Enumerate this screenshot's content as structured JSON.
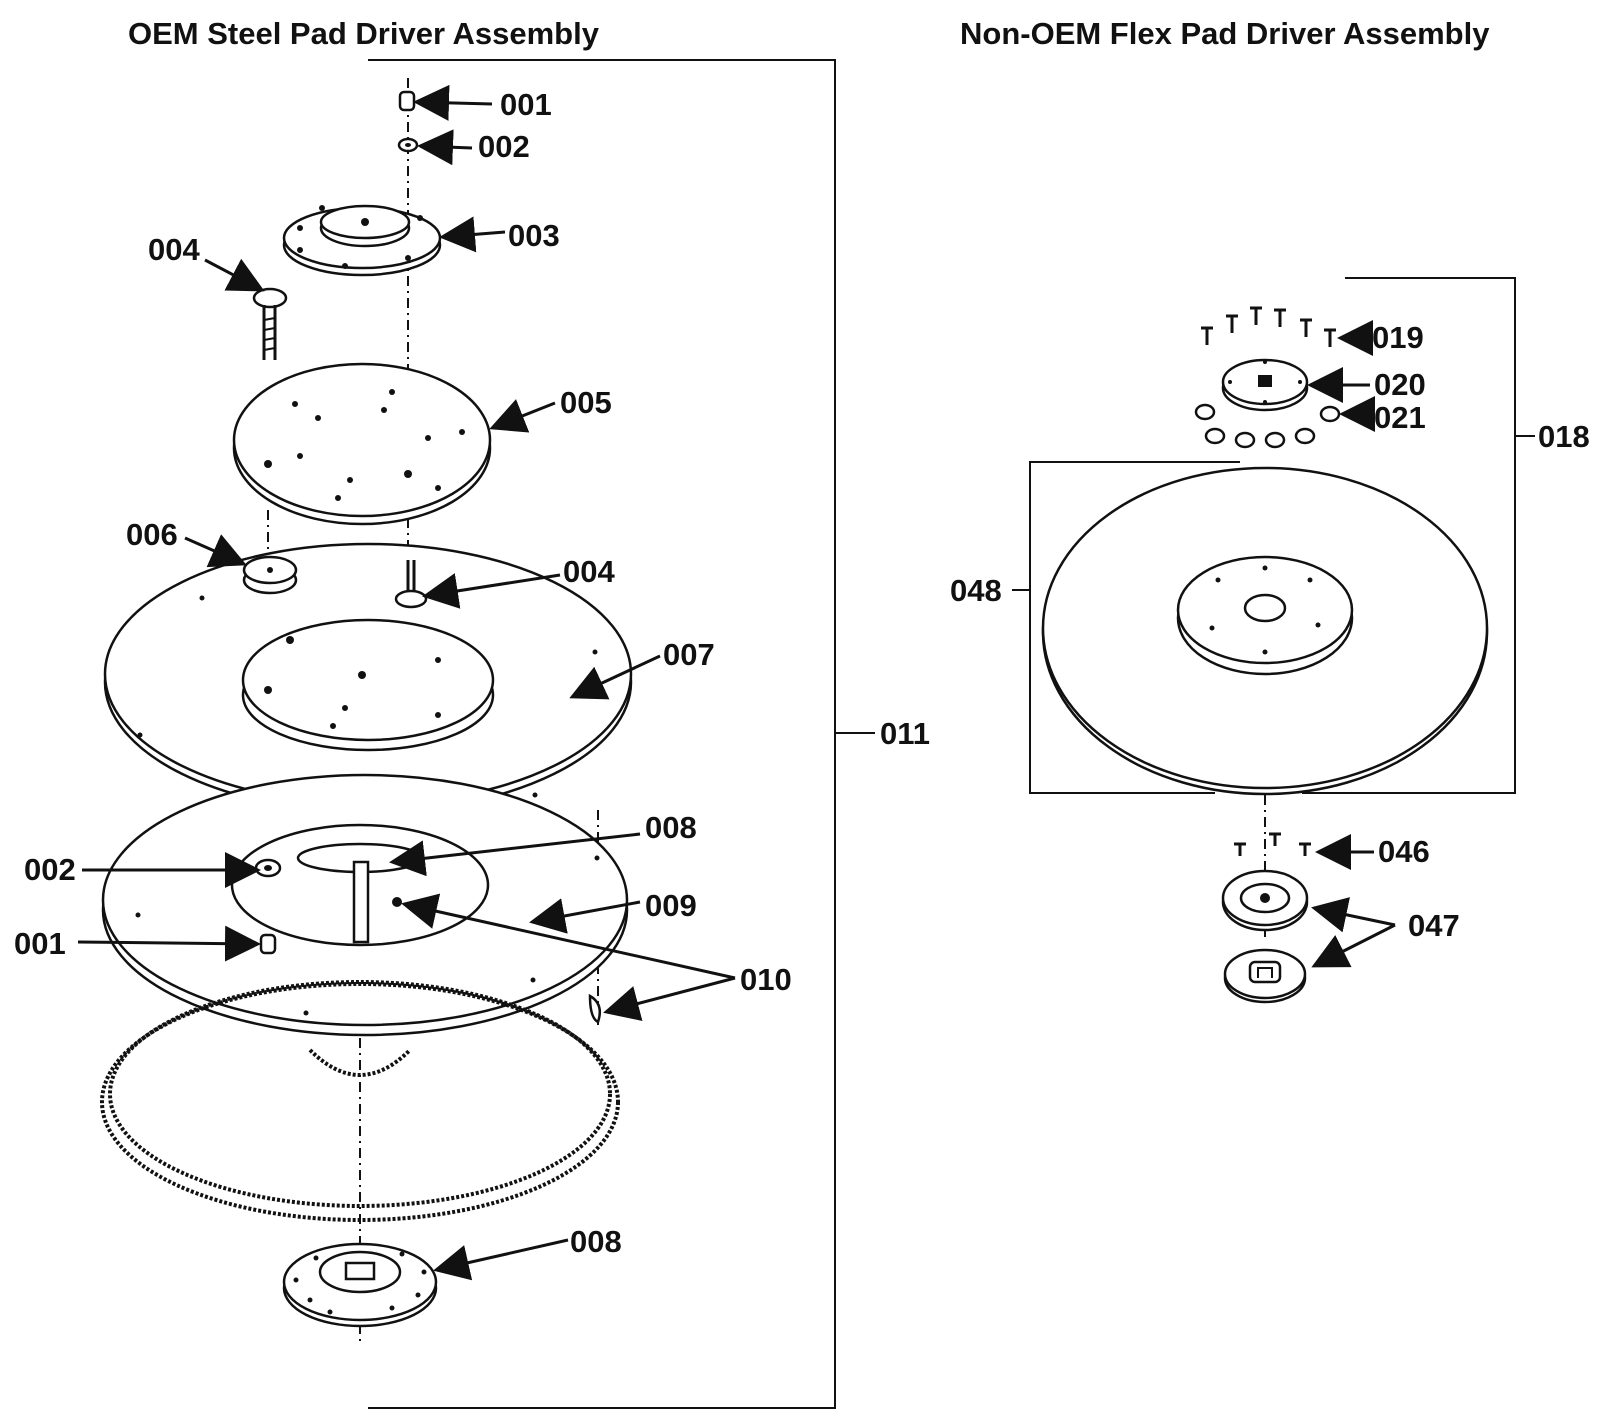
{
  "titles": {
    "left": "OEM Steel Pad Driver Assembly",
    "right": "Non-OEM Flex Pad Driver Assembly"
  },
  "callouts": {
    "c001_top": "001",
    "c002_top": "002",
    "c003": "003",
    "c004_top": "004",
    "c005": "005",
    "c006": "006",
    "c004_mid": "004",
    "c007": "007",
    "c008_mid": "008",
    "c002_low": "002",
    "c009": "009",
    "c001_low": "001",
    "c010": "010",
    "c008_bottom": "008",
    "c011": "011",
    "c019": "019",
    "c020": "020",
    "c021": "021",
    "c018": "018",
    "c048": "048",
    "c046": "046",
    "c047": "047"
  }
}
